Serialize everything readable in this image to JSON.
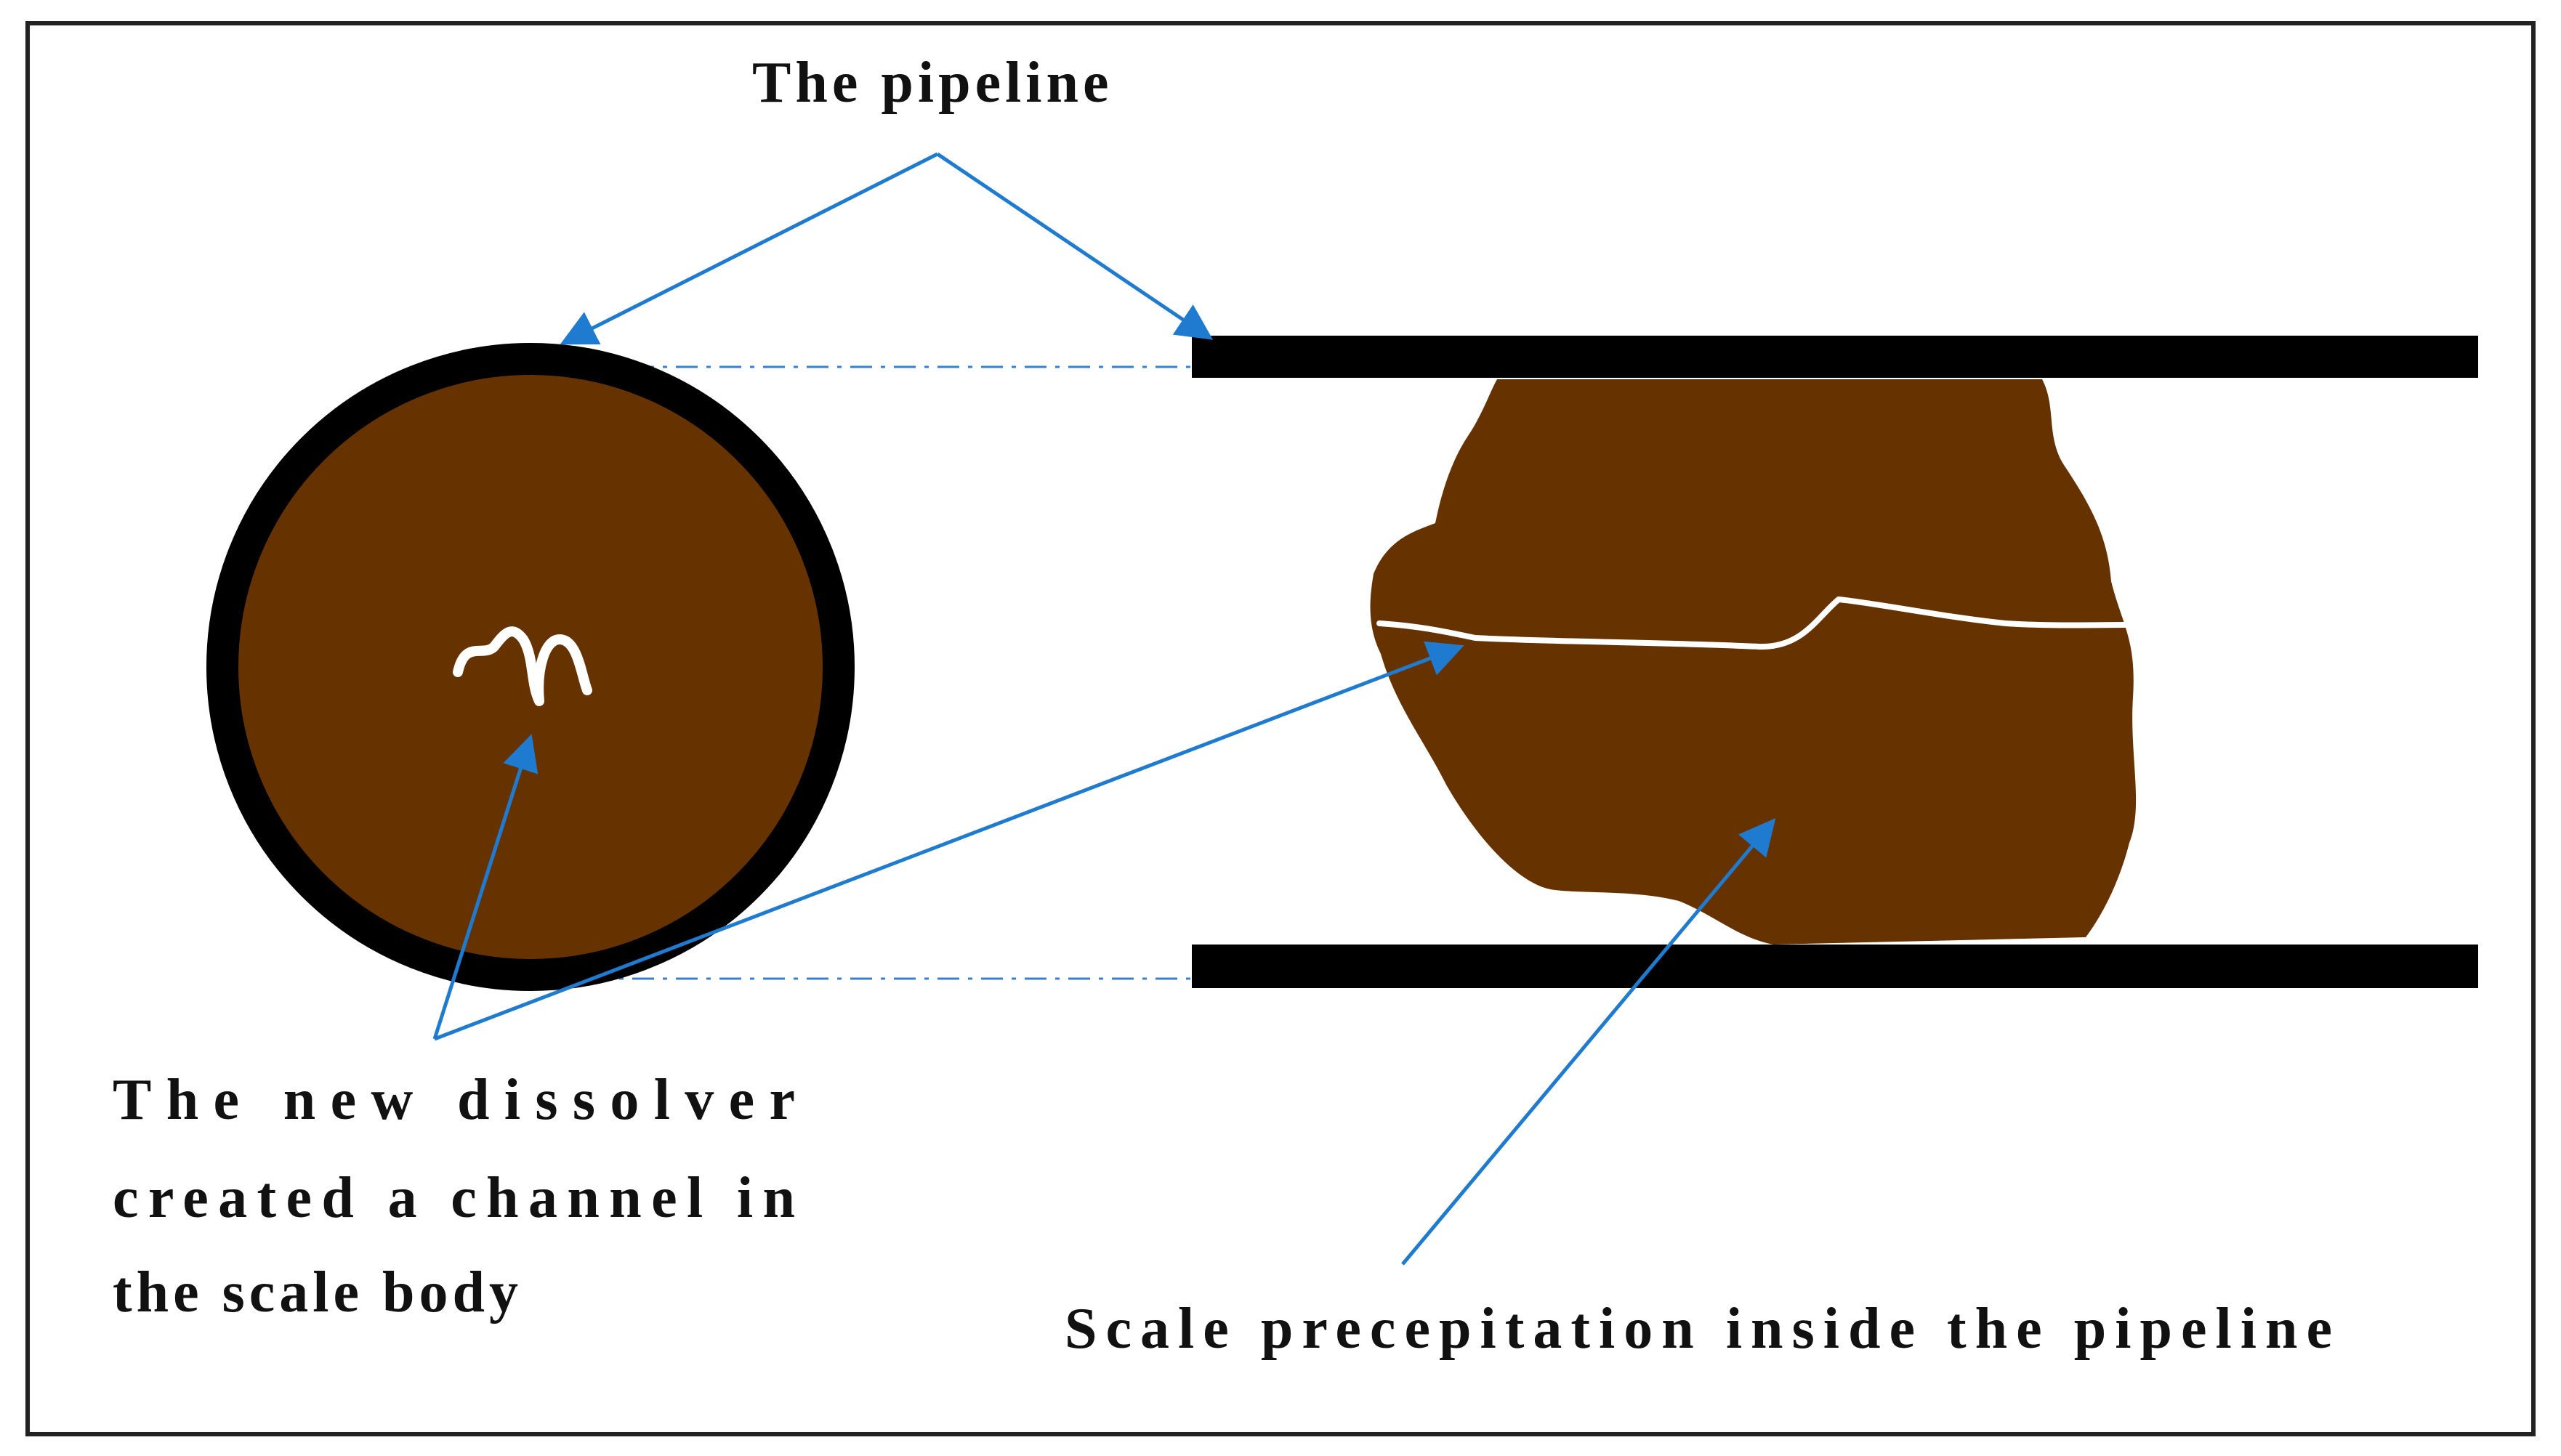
{
  "colors": {
    "frame": "#222222",
    "pipe_wall": "#000000",
    "scale_body": "#663300",
    "channel": "#ffffff",
    "arrow": "#1f7bd0",
    "guide_line": "#3a7fd0",
    "text": "#111111"
  },
  "labels": {
    "pipeline": "The pipeline",
    "dissolver_line1": "The new dissolver",
    "dissolver_line2": "created a channel in",
    "dissolver_line3": "the scale body",
    "scale": "Scale precepitation inside the pipeline"
  }
}
